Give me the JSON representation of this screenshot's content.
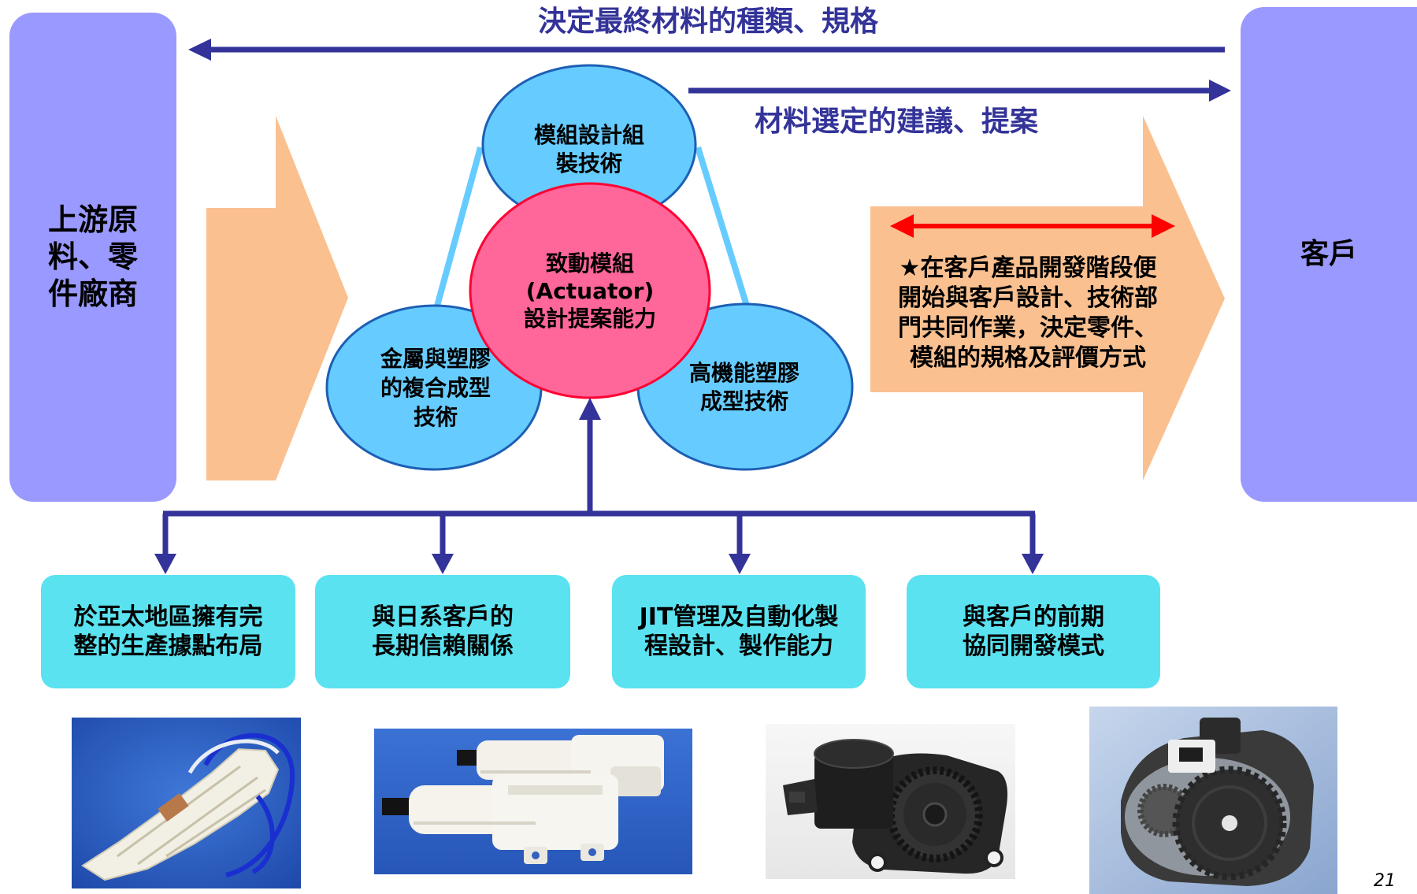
{
  "labels": {
    "top_arrow": "決定最終材料的種類、規格",
    "proposal_arrow": "材料選定的建議、提案"
  },
  "left_box": {
    "lines": [
      "上游原",
      "料、零",
      "件廠商"
    ]
  },
  "right_box": {
    "label": "客戶"
  },
  "right_arrow": {
    "lines": [
      "★在客戶產品開發階段便",
      "開始與客戶設計、技術部",
      "門共同作業，決定零件、",
      "模組的規格及評價方式"
    ]
  },
  "technologies": {
    "top": {
      "lines": [
        "模組設計組",
        "裝技術"
      ]
    },
    "left": {
      "lines": [
        "金屬與塑膠",
        "的複合成型",
        "技術"
      ]
    },
    "right": {
      "lines": [
        "高機能塑膠",
        "成型技術"
      ]
    }
  },
  "core": {
    "lines": [
      "致動模組",
      "(Actuator)",
      "設計提案能力"
    ]
  },
  "strengths": [
    {
      "lines": [
        "於亞太地區擁有完",
        "整的生產據點布局"
      ]
    },
    {
      "lines": [
        "與日系客戶的",
        "長期信賴關係"
      ]
    },
    {
      "lines": [
        "JIT管理及自動化製",
        "程設計、製作能力"
      ]
    },
    {
      "lines": [
        "與客戶的前期",
        "協同開發模式"
      ]
    }
  ],
  "page_number": "21",
  "colors": {
    "party_box": "#9999ff",
    "flow_arrow": "#fac090",
    "navy": "#333399",
    "tech_ellipse": "#66ccff",
    "tech_ellipse_border": "#1d5fb4",
    "core_circle": "#ff6699",
    "core_circle_border": "#ff0033",
    "double_arrow": "#ff0000",
    "strength_box": "#5ae2f0",
    "connector": "#66ccff"
  }
}
